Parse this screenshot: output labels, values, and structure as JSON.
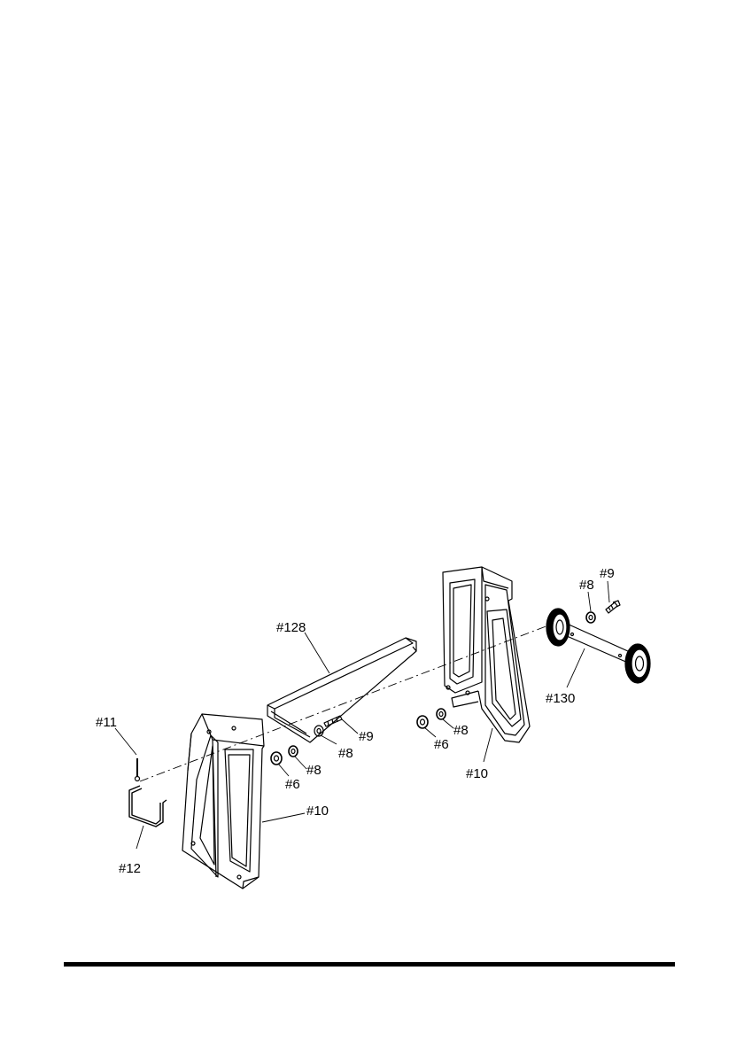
{
  "diagram": {
    "labels": {
      "p128": "#128",
      "p9_tray": "#9",
      "p8_tray": "#8",
      "p11": "#11",
      "p12": "#12",
      "p6_left": "#6",
      "p8_left": "#8",
      "p10_left": "#10",
      "p6_right": "#6",
      "p8_right": "#8",
      "p10_right": "#10",
      "p8_axle": "#8",
      "p9_axle": "#9",
      "p130": "#130"
    }
  },
  "colors": {
    "ink": "#000000",
    "background": "#ffffff"
  }
}
